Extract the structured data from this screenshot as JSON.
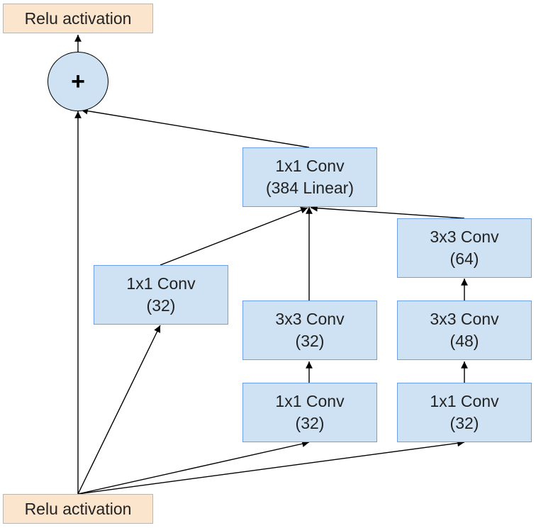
{
  "nodes": {
    "relu_top": {
      "label": "Relu activation"
    },
    "add": {
      "symbol": "+"
    },
    "linear": {
      "line1": "1x1 Conv",
      "line2": "(384 Linear)"
    },
    "b1_conv": {
      "line1": "1x1 Conv",
      "line2": "(32)"
    },
    "b2_conv3": {
      "line1": "3x3 Conv",
      "line2": "(32)"
    },
    "b2_conv1": {
      "line1": "1x1 Conv",
      "line2": "(32)"
    },
    "b3_conv3a": {
      "line1": "3x3 Conv",
      "line2": "(64)"
    },
    "b3_conv3b": {
      "line1": "3x3 Conv",
      "line2": "(48)"
    },
    "b3_conv1": {
      "line1": "1x1 Conv",
      "line2": "(32)"
    },
    "relu_bottom": {
      "label": "Relu activation"
    }
  },
  "colors": {
    "conv_fill": "#cfe2f3",
    "conv_border": "#6d9eeb",
    "relu_fill": "#fce5cd",
    "arrow": "#000000"
  }
}
